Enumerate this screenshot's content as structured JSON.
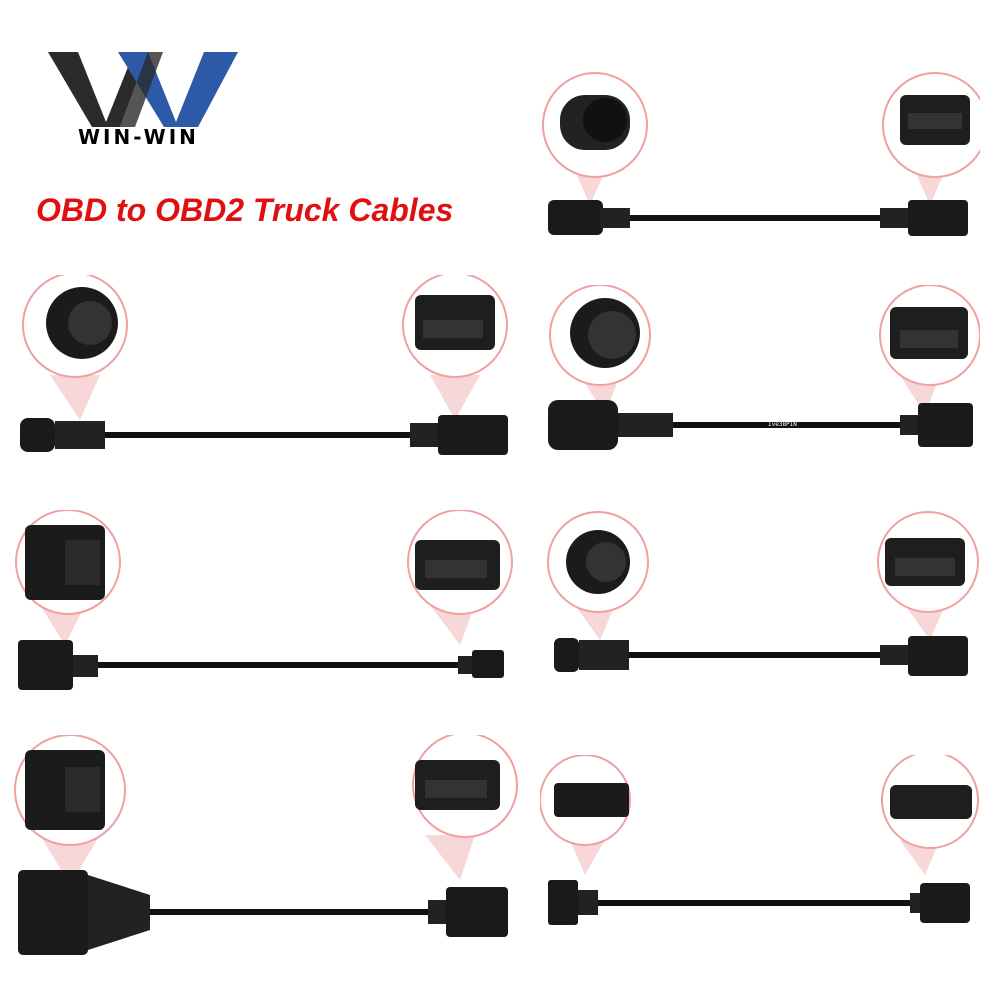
{
  "brand": {
    "logo_text": "WIN-WIN",
    "colors": {
      "dark": "#2b2b2b",
      "blue": "#2d5aa8"
    }
  },
  "title": {
    "text": "OBD to OBD2 Truck Cables",
    "color": "#e01010"
  },
  "cables": [
    {
      "id": "cable-1",
      "left_connector": "round-multipin-connector",
      "right_connector": "obd2-female-connector"
    },
    {
      "id": "cable-2",
      "left_connector": "round-16pin-connector",
      "right_connector": "obd2-female-connector"
    },
    {
      "id": "cable-3",
      "left_connector": "round-38pin-connector",
      "right_connector": "obd2-female-connector",
      "cable_marking": "Ive38PIN"
    },
    {
      "id": "cable-4",
      "left_connector": "rectangular-12pin-connector",
      "right_connector": "obd2-female-connector"
    },
    {
      "id": "cable-5",
      "left_connector": "round-14pin-connector",
      "right_connector": "obd2-female-connector"
    },
    {
      "id": "cable-6",
      "left_connector": "rectangular-12pin-large-connector",
      "right_connector": "obd2-female-connector"
    },
    {
      "id": "cable-7",
      "left_connector": "rectangular-8pin-connector",
      "right_connector": "obd2-female-connector"
    }
  ]
}
